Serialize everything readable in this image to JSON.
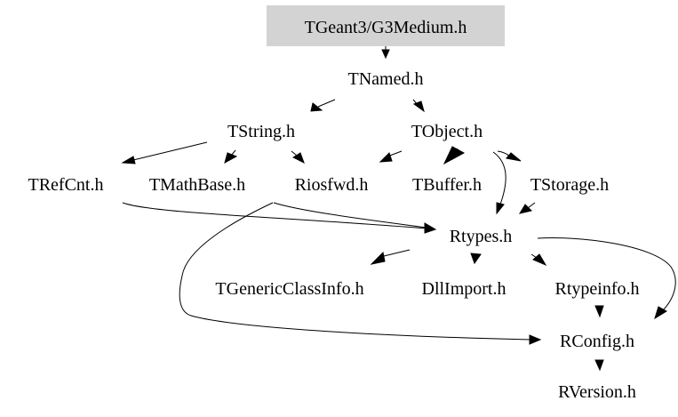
{
  "graph": {
    "title": "Include dependency graph for TGeant3/G3Medium.h",
    "root": "TGeant3/G3Medium.h",
    "root_fill": "#d3d3d3",
    "nodes": [
      {
        "id": "root",
        "label": "TGeant3/G3Medium.h",
        "highlighted": true
      },
      {
        "id": "tnamed",
        "label": "TNamed.h"
      },
      {
        "id": "tstring",
        "label": "TString.h"
      },
      {
        "id": "tobject",
        "label": "TObject.h"
      },
      {
        "id": "trefcnt",
        "label": "TRefCnt.h"
      },
      {
        "id": "tmathbase",
        "label": "TMathBase.h"
      },
      {
        "id": "riosfwd",
        "label": "Riosfwd.h"
      },
      {
        "id": "tbuffer",
        "label": "TBuffer.h"
      },
      {
        "id": "tstorage",
        "label": "TStorage.h"
      },
      {
        "id": "rtypes",
        "label": "Rtypes.h"
      },
      {
        "id": "tgeneric",
        "label": "TGenericClassInfo.h"
      },
      {
        "id": "dllimport",
        "label": "DllImport.h"
      },
      {
        "id": "rtypeinfo",
        "label": "Rtypeinfo.h"
      },
      {
        "id": "rconfig",
        "label": "RConfig.h"
      },
      {
        "id": "rversion",
        "label": "RVersion.h"
      }
    ],
    "edges": [
      {
        "from": "root",
        "to": "tnamed"
      },
      {
        "from": "tnamed",
        "to": "tstring"
      },
      {
        "from": "tnamed",
        "to": "tobject"
      },
      {
        "from": "tstring",
        "to": "trefcnt"
      },
      {
        "from": "tstring",
        "to": "tmathbase"
      },
      {
        "from": "tstring",
        "to": "riosfwd"
      },
      {
        "from": "tobject",
        "to": "riosfwd"
      },
      {
        "from": "tobject",
        "to": "tbuffer"
      },
      {
        "from": "tobject",
        "to": "tstorage"
      },
      {
        "from": "tobject",
        "to": "rtypes"
      },
      {
        "from": "trefcnt",
        "to": "rtypes"
      },
      {
        "from": "riosfwd",
        "to": "rtypes"
      },
      {
        "from": "riosfwd",
        "to": "rconfig"
      },
      {
        "from": "tstorage",
        "to": "rtypes"
      },
      {
        "from": "rtypes",
        "to": "tgeneric"
      },
      {
        "from": "rtypes",
        "to": "dllimport"
      },
      {
        "from": "rtypes",
        "to": "rtypeinfo"
      },
      {
        "from": "rtypes",
        "to": "rconfig"
      },
      {
        "from": "rtypeinfo",
        "to": "rconfig"
      },
      {
        "from": "rconfig",
        "to": "rversion"
      }
    ]
  }
}
